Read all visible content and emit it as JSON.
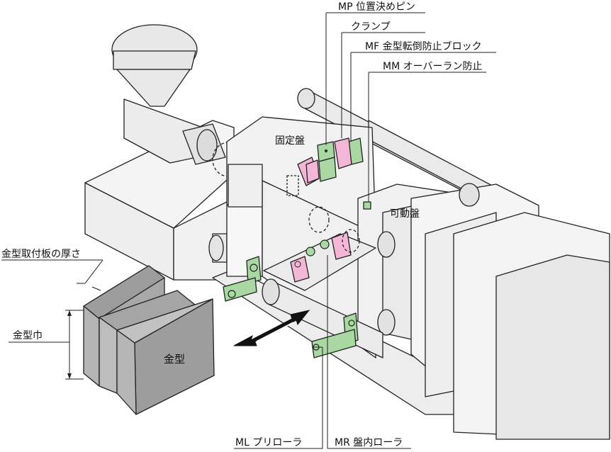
{
  "labels": {
    "mp": "MP 位置決めピン",
    "clamp": "クランプ",
    "mf": "MF 金型転倒防止ブロック",
    "mm": "MM オーバーラン防止",
    "fixed_platen": "固定盤",
    "moving_platen": "可動盤",
    "mold_plate_thickness": "金型取付板の厚さ",
    "mold_width": "金型巾",
    "mold": "金型",
    "ml": "ML プリローラ",
    "mr": "MR 盤内ローラ"
  },
  "colors": {
    "machine_fill": "#eeeeee",
    "machine_face": "#f6f6f6",
    "green_parts": "#a9d8a3",
    "pink_parts": "#f3b6d7",
    "mold_fill": "#b4b4b4",
    "mold_dark": "#8f8f8f",
    "line": "#222222"
  },
  "icons": [
    "double-arrow-icon"
  ]
}
